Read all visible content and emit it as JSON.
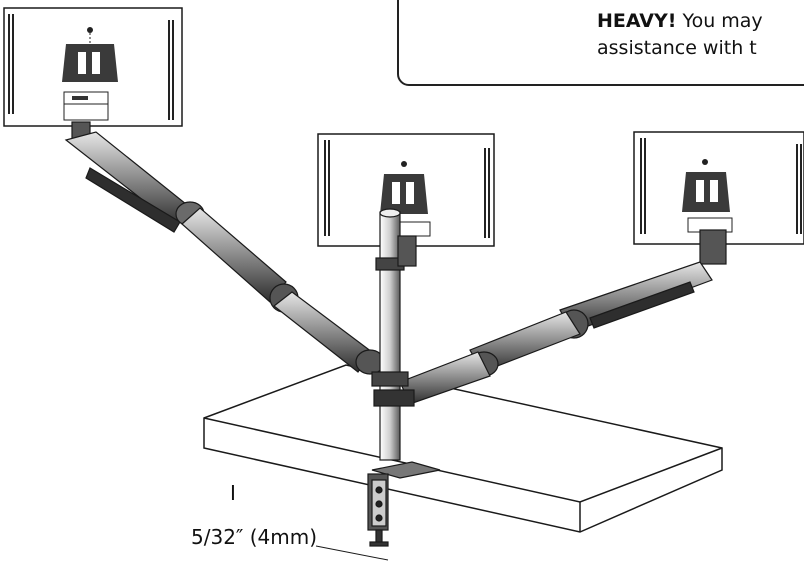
{
  "warning": {
    "heading": "HEAVY!",
    "line1_rest": "You may",
    "line2": "assistance with t",
    "icon": "warning-triangle-icon",
    "people_icon": "two-people-lifting-icon"
  },
  "annotations": {
    "tool_mark": "I",
    "tool_size": "5/32″ (4mm)"
  },
  "colors": {
    "line": "#1a1a1a",
    "monitor_fill": "#ffffff",
    "arm_dark": "#3a3a3a",
    "arm_mid": "#9a9a9a"
  }
}
